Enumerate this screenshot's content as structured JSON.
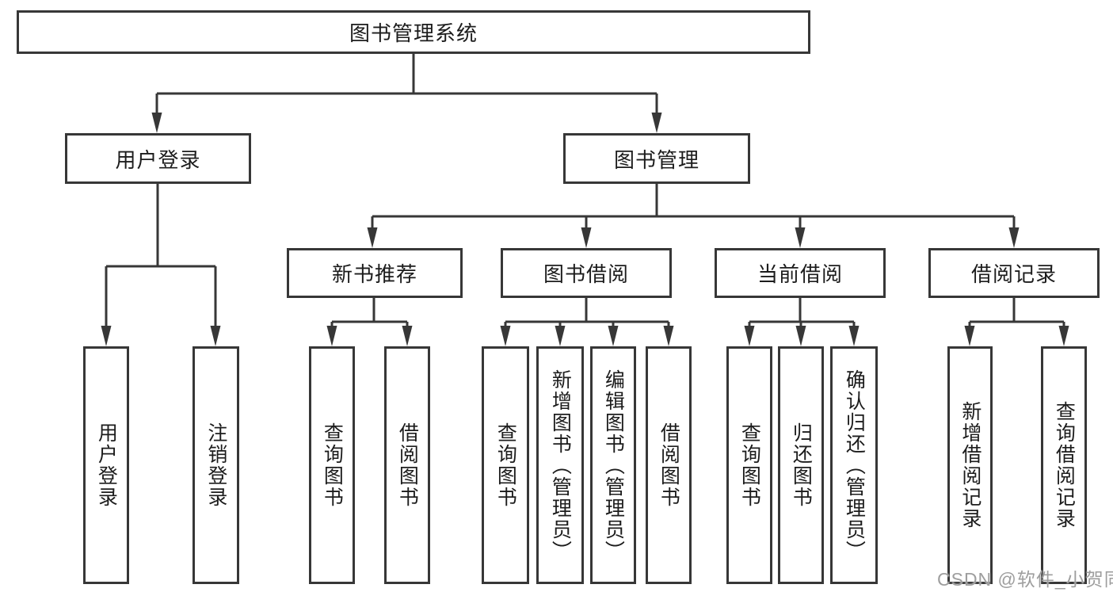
{
  "diagram": {
    "root": {
      "label": "图书管理系统"
    },
    "children": [
      {
        "label": "用户登录",
        "children": [
          {
            "label": "用户登录"
          },
          {
            "label": "注销登录"
          }
        ]
      },
      {
        "label": "图书管理",
        "children": [
          {
            "label": "新书推荐",
            "children": [
              {
                "label": "查询图书"
              },
              {
                "label": "借阅图书"
              }
            ]
          },
          {
            "label": "图书借阅",
            "children": [
              {
                "label": "查询图书"
              },
              {
                "label": "新增图书（管理员）"
              },
              {
                "label": "编辑图书（管理员）"
              },
              {
                "label": "借阅图书"
              }
            ]
          },
          {
            "label": "当前借阅",
            "children": [
              {
                "label": "查询图书"
              },
              {
                "label": "归还图书"
              },
              {
                "label": "确认归还（管理员）"
              }
            ]
          },
          {
            "label": "借阅记录",
            "children": [
              {
                "label": "新增借阅记录"
              },
              {
                "label": "查询借阅记录"
              }
            ]
          }
        ]
      }
    ]
  },
  "watermark": {
    "text": "CSDN @软件_小贺同学"
  },
  "colors": {
    "line": "#373737",
    "text": "#1c1c1c",
    "watermark": "#9e9e9e",
    "background": "#ffffff"
  }
}
